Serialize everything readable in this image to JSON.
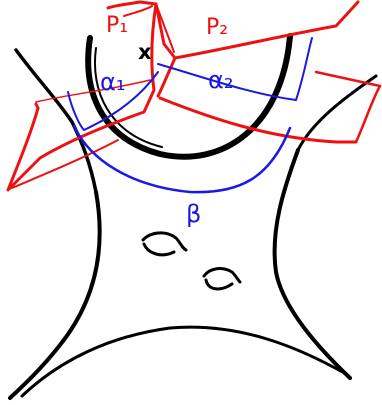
{
  "colors": {
    "surface": "#000000",
    "planes": "#ee1111",
    "curves": "#1a1adf",
    "background": "#ffffff"
  },
  "labels": {
    "plane_1": "P₁",
    "plane_2": "P₂",
    "point": "x",
    "curve_alpha_1": "α₁",
    "curve_alpha_2": "α₂",
    "curve_beta": "β"
  }
}
